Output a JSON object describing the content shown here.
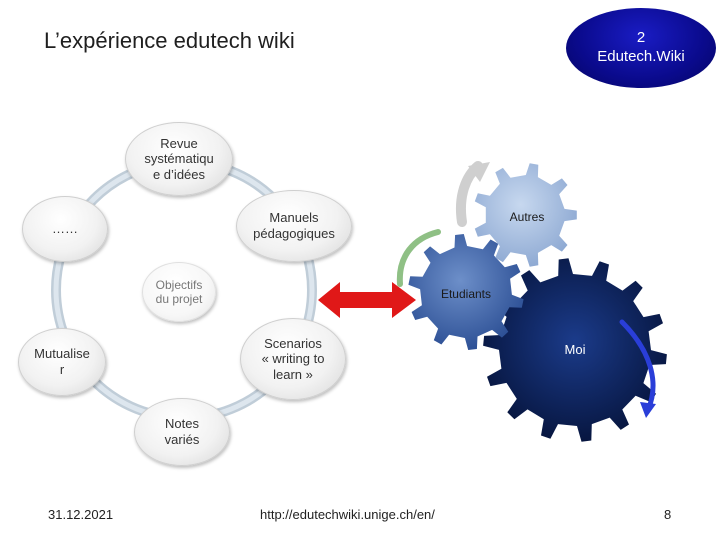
{
  "title": "L’expérience edutech wiki",
  "badge": {
    "line1": "2",
    "line2": "Edutech.Wiki"
  },
  "cycle_nodes": {
    "revue": [
      "Revue",
      "systématiqu",
      "e d’idées"
    ],
    "dots": "……",
    "manuels": [
      "Manuels",
      "pédagogiques"
    ],
    "objectifs": [
      "Objectifs",
      "du projet"
    ],
    "mutualise": [
      "Mutualise",
      "r"
    ],
    "scenarios": [
      "Scenarios",
      "« writing to",
      "learn »"
    ],
    "notes": [
      "Notes",
      "variés"
    ]
  },
  "gears": {
    "autres": "Autres",
    "etudiants": "Etudiants",
    "moi": "Moi"
  },
  "footer": {
    "date": "31.12.2021",
    "url": "http://edutechwiki.unige.ch/en/",
    "page": "8"
  },
  "colors": {
    "ring": "#c9d6e0",
    "gear_dark": "#0c1e55",
    "gear_mid": "#33589e",
    "gear_light": "#9fb8de",
    "arrow_red": "#e01818",
    "badge": "#0a0a8c"
  }
}
